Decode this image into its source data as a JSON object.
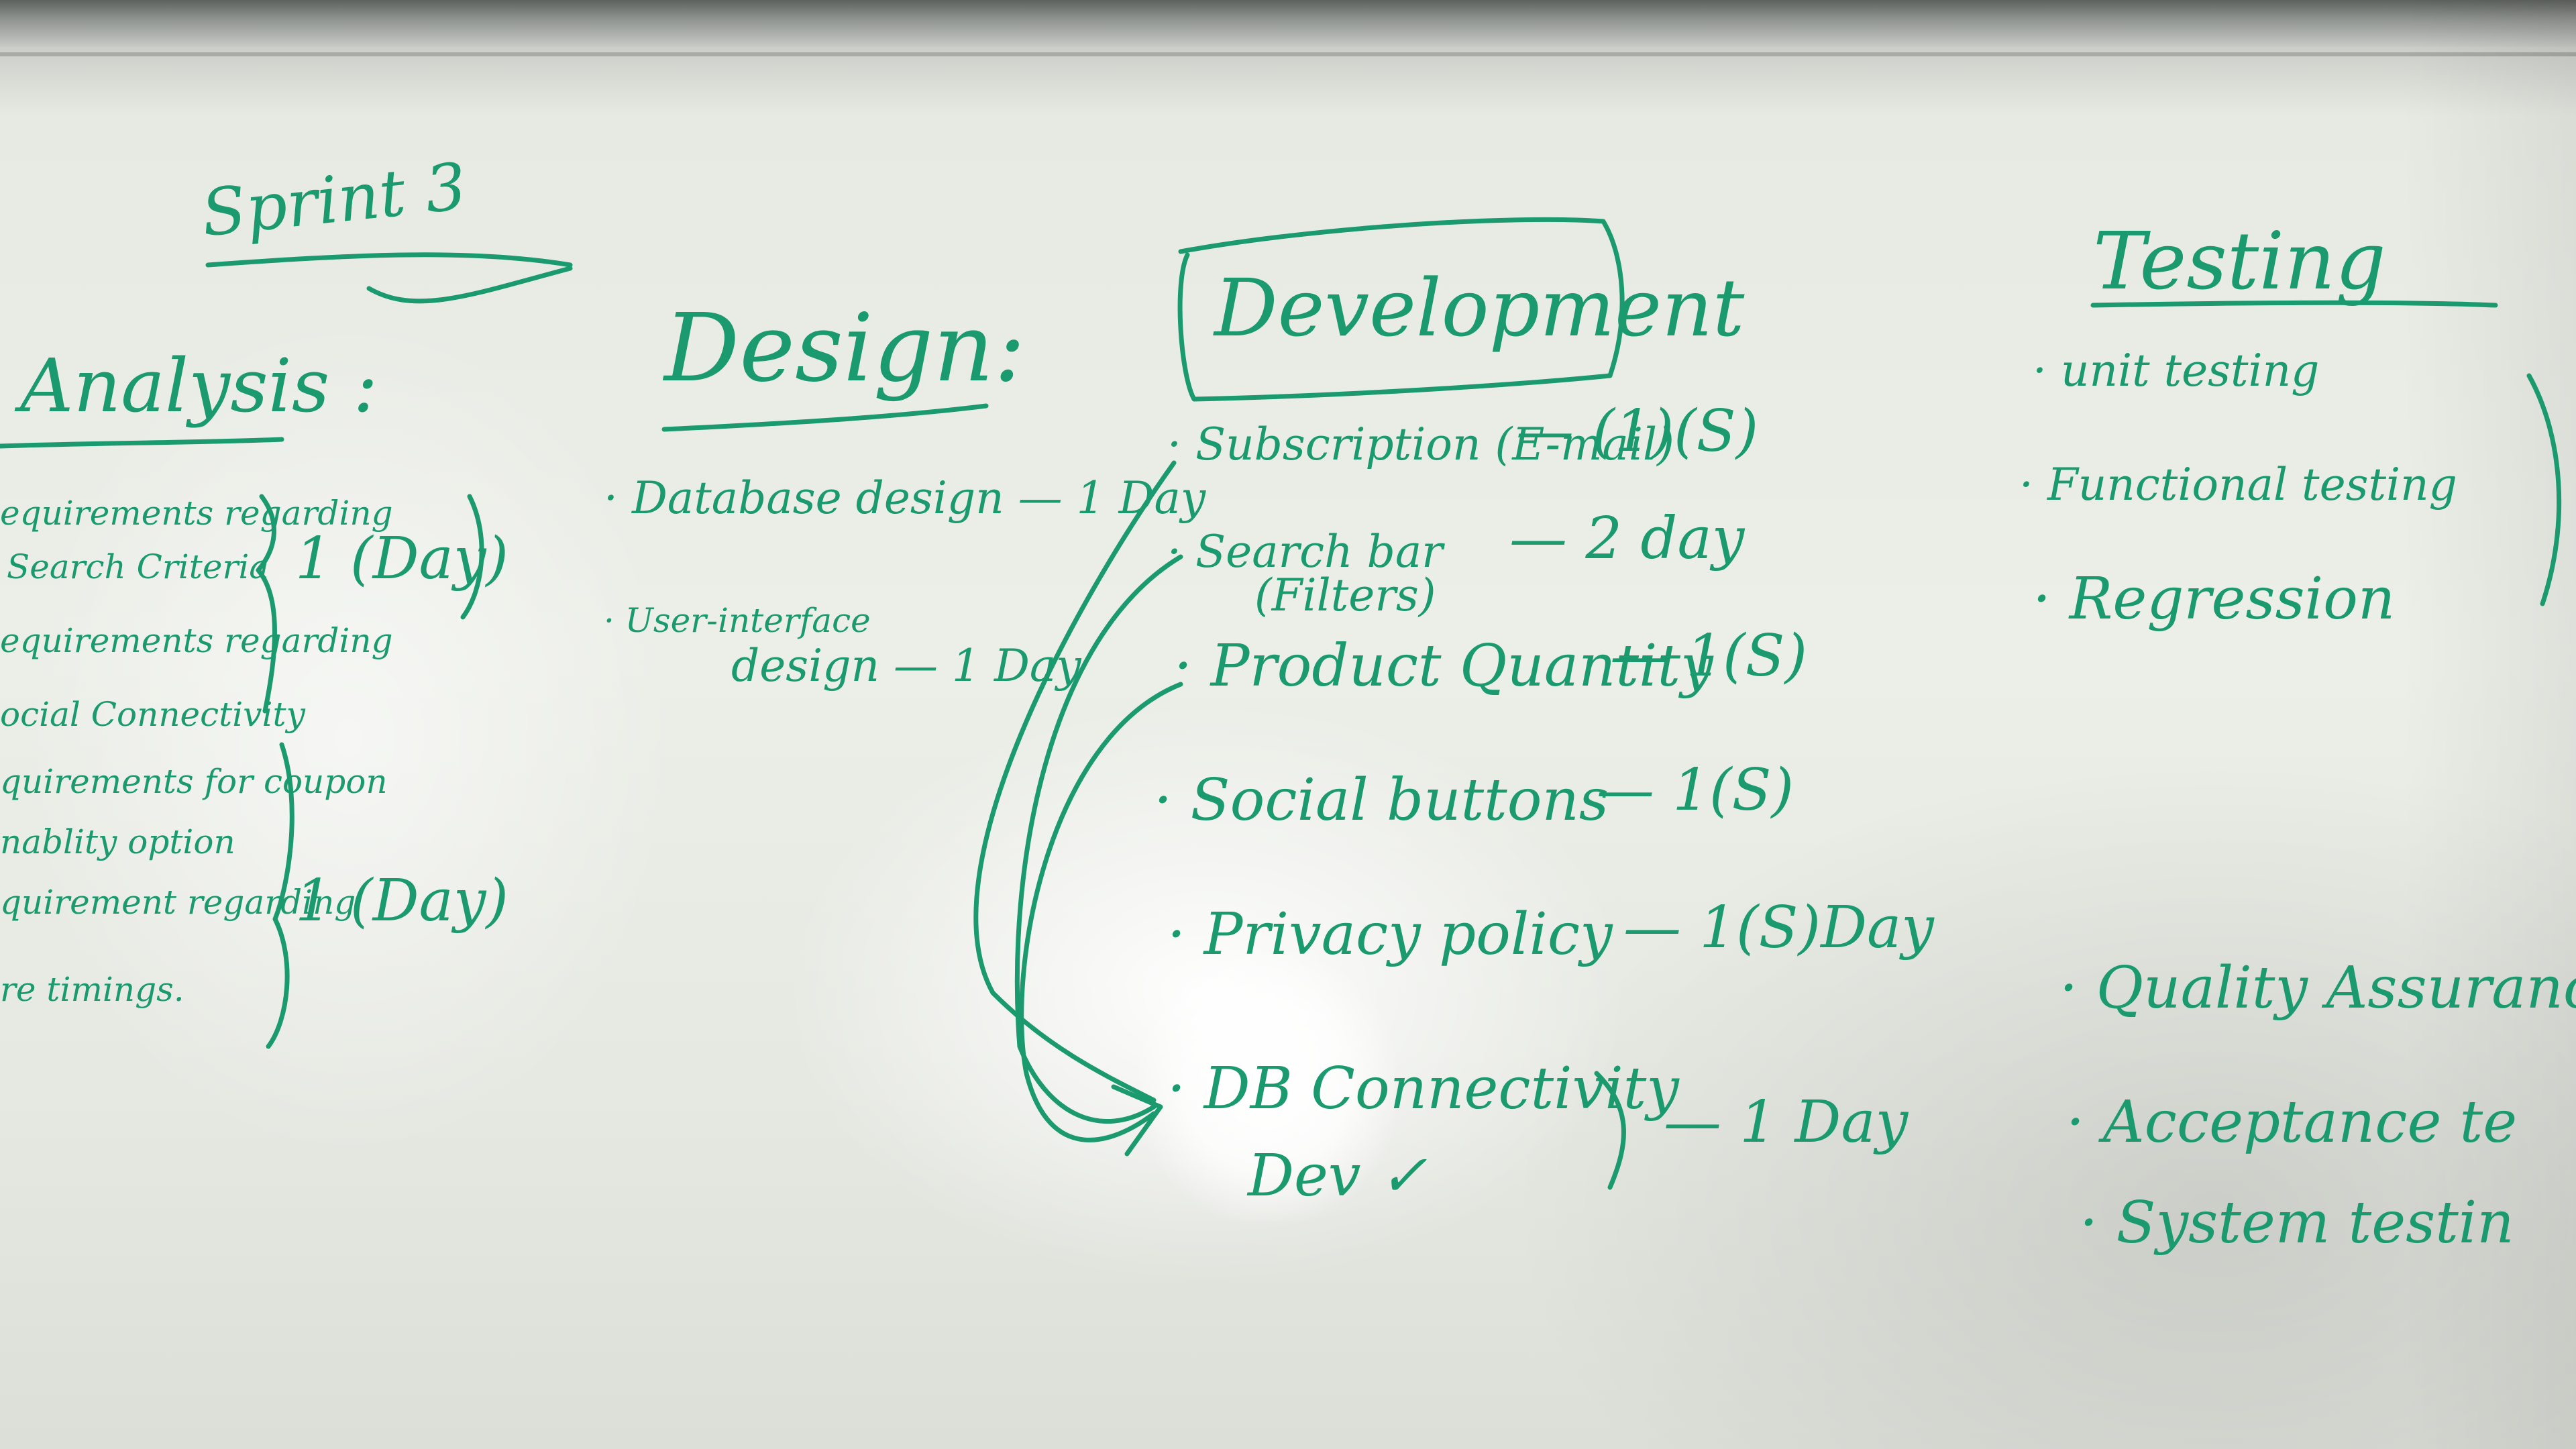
{
  "board": {
    "sprint_title": "Sprint 3",
    "analysis": {
      "heading": "Analysis :",
      "items": [
        "equirements regarding",
        "Search Criteria",
        "equirements regarding",
        "ocial Connectivity",
        "quirements for coupon",
        "nablity option",
        "quirement regarding",
        "re timings."
      ],
      "estimate_1": "1 (Day)",
      "estimate_2": "1 (Day)"
    },
    "design": {
      "heading": "Design:",
      "items": [
        "· Database design — 1 Day",
        "· User-interface",
        "design — 1 Day"
      ]
    },
    "development": {
      "heading": "Development",
      "items": [
        {
          "label": "· Subscription (E-mail)",
          "estimate": "— (1)(S)"
        },
        {
          "label": "· Search bar",
          "sublabel": "(Filters)",
          "estimate": "— 2 day"
        },
        {
          "label": "· Product Quantity",
          "estimate": "— 1(S)"
        },
        {
          "label": "· Social buttons",
          "estimate": "— 1(S)"
        },
        {
          "label": "· Privacy policy",
          "estimate": "— 1(S)Day"
        },
        {
          "label": "· DB Connectivity",
          "estimate": "— 1 Day"
        }
      ],
      "note": "Dev ✓"
    },
    "testing": {
      "heading": "Testing",
      "items": [
        "· unit testing",
        "· Functional testing",
        "· Regression",
        "· Quality Assurance",
        "· Acceptance te",
        "· System testin"
      ]
    },
    "ink_color": "#1a9a6e",
    "board_color": "#eceee8"
  }
}
